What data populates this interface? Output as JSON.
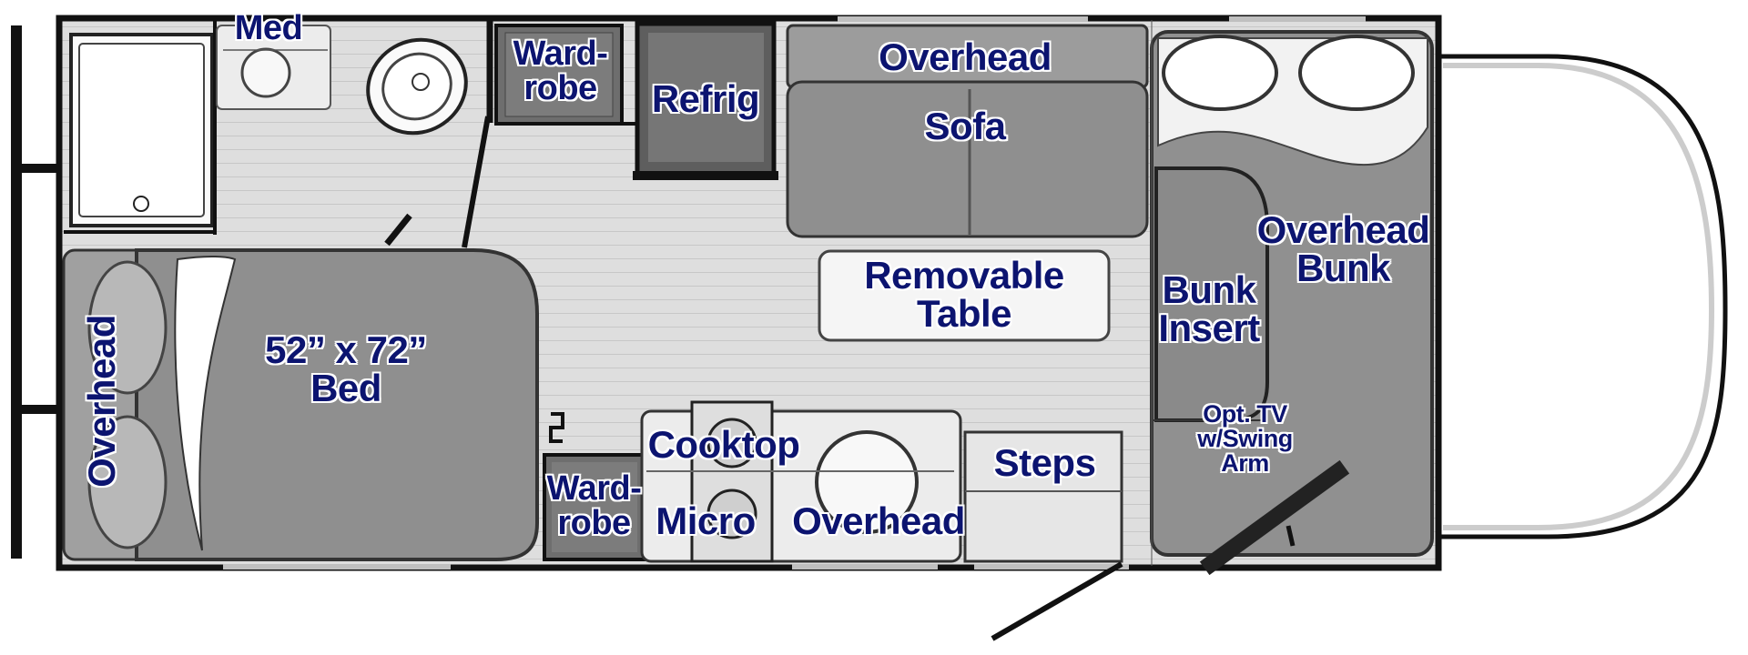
{
  "floorplan": {
    "colors": {
      "wall": "#111111",
      "floor": "#dcdcdc",
      "furniture": "#8f8f8f",
      "cabinet": "#6e6e6e",
      "label": "#0c1470"
    },
    "labels": {
      "med": "Med",
      "wardrobe_top": "Ward-\nrobe",
      "refrig": "Refrig",
      "overhead_top": "Overhead",
      "sofa": "Sofa",
      "overhead_bunk": "Overhead\nBunk",
      "removable_table": "Removable\nTable",
      "bunk_insert": "Bunk\nInsert",
      "bed": "52” x 72”\nBed",
      "overhead_left": "Overhead",
      "cooktop": "Cooktop",
      "wardrobe_bottom": "Ward-\nrobe",
      "micro": "Micro",
      "overhead_bottom": "Overhead",
      "steps": "Steps",
      "tv": "Opt. TV\nw/Swing\nArm"
    }
  }
}
